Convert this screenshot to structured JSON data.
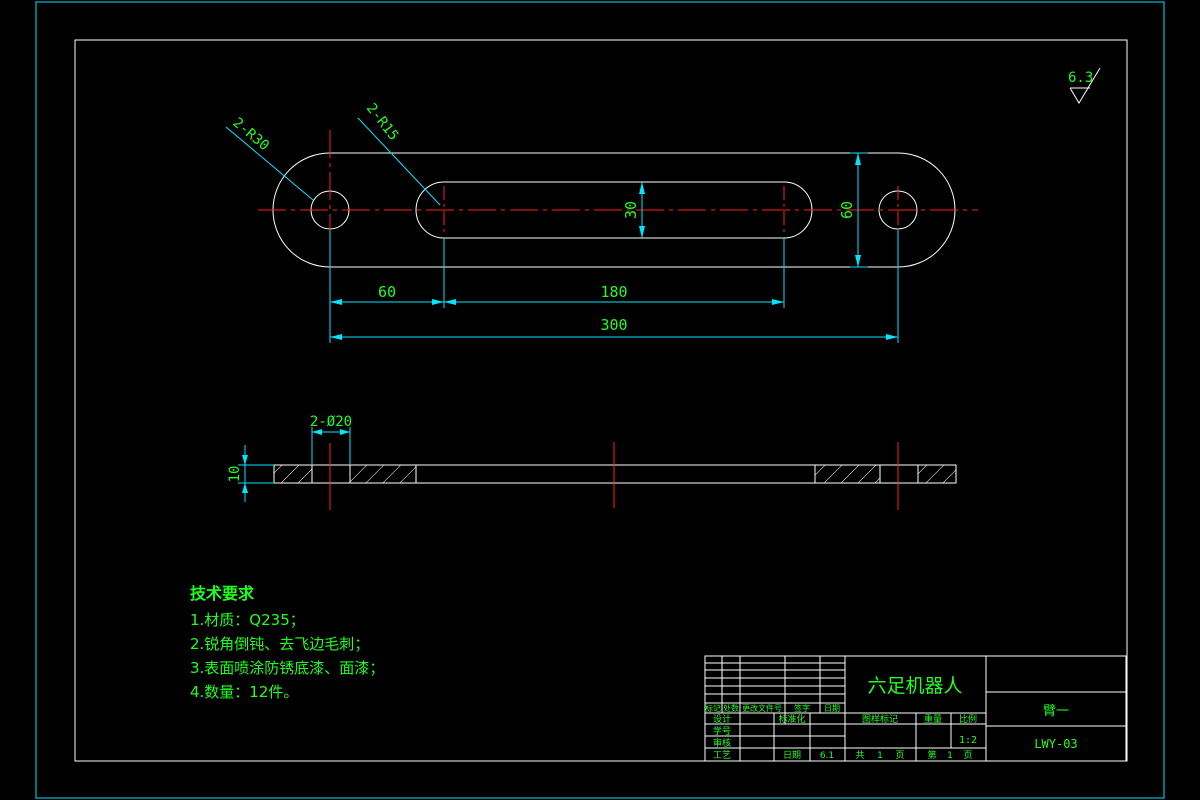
{
  "drawing": {
    "surface_finish": "6.3",
    "dims": {
      "r30": "2-R30",
      "r15": "2-R15",
      "d60a": "60",
      "d180": "180",
      "d300": "300",
      "slot_w": "30",
      "height": "60",
      "holes": "2-Ø20",
      "thick": "10"
    }
  },
  "tech": {
    "title": "技术要求",
    "items": [
      "1.材质：Q235；",
      "2.锐角倒钝、去飞边毛刺；",
      "3.表面喷涂防锈底漆、面漆；",
      "4.数量：12件。"
    ]
  },
  "titleblock": {
    "project": "六足机器人",
    "part": "臂一",
    "code": "LWY-03",
    "scale": "1:2",
    "h_mark": "标记",
    "h_count": "处数",
    "h_change": "更改文件号",
    "h_sign": "签字",
    "h_date": "日期",
    "r_design": "设计",
    "r_std": "标准化",
    "r_check": "审核",
    "r_craft": "工艺",
    "r_no": "学号",
    "r_date": "日期",
    "r_date_val": "6.1",
    "h_stage": "图样标记",
    "h_weight": "重量",
    "h_scale": "比例",
    "total_a": "共",
    "total_n": "1",
    "total_b": "页",
    "sheet_a": "第",
    "sheet_n": "1",
    "sheet_b": "页"
  },
  "colors": {
    "outline": "#ffffff",
    "dimension": "#00e5ff",
    "text": "#1fff1f",
    "centerline": "#ff2020"
  }
}
